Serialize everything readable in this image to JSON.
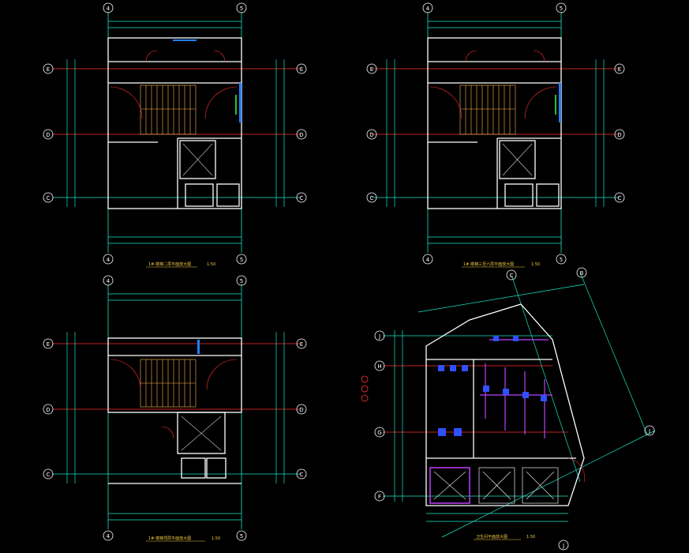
{
  "colors": {
    "background": "#000000",
    "axis": "#19e6c8",
    "dimension": "#19e6c8",
    "wall": "#ffffff",
    "stair": "#ffb84a",
    "red_line": "#ff3030",
    "elevator": "#d0d0d0",
    "fixture_blue": "#3050ff",
    "fixture_magenta": "#c040ff",
    "title_yellow": "#f0c840",
    "accent_green": "#20c040",
    "accent_blue_bar": "#2080ff"
  },
  "panels": [
    {
      "id": "panel-top-left",
      "title": "1#-楼梯二层平面放大图",
      "scale": "1:50",
      "axes_top": [
        "4",
        "5"
      ],
      "axes_bottom": [
        "4",
        "5"
      ],
      "axes_side": [
        "E",
        "D",
        "C"
      ]
    },
    {
      "id": "panel-top-right",
      "title": "1#-楼梯三至六层平面放大图",
      "scale": "1:50",
      "axes_top": [
        "4",
        "5"
      ],
      "axes_bottom": [
        "4",
        "5"
      ],
      "axes_side": [
        "E",
        "D",
        "C"
      ]
    },
    {
      "id": "panel-bottom-left",
      "title": "1#-楼梯顶层平面放大图",
      "scale": "1:50",
      "axes_top": [
        "4",
        "5"
      ],
      "axes_bottom": [
        "4",
        "5"
      ],
      "axes_side": [
        "E",
        "D",
        "C"
      ]
    },
    {
      "id": "panel-bottom-right",
      "title": "卫生间平面放大图",
      "scale": "1:50",
      "axes_top": [
        "C",
        "B"
      ],
      "axes_bottom": [
        "J"
      ],
      "axes_side": [
        "J",
        "H",
        "G",
        "F"
      ]
    }
  ]
}
